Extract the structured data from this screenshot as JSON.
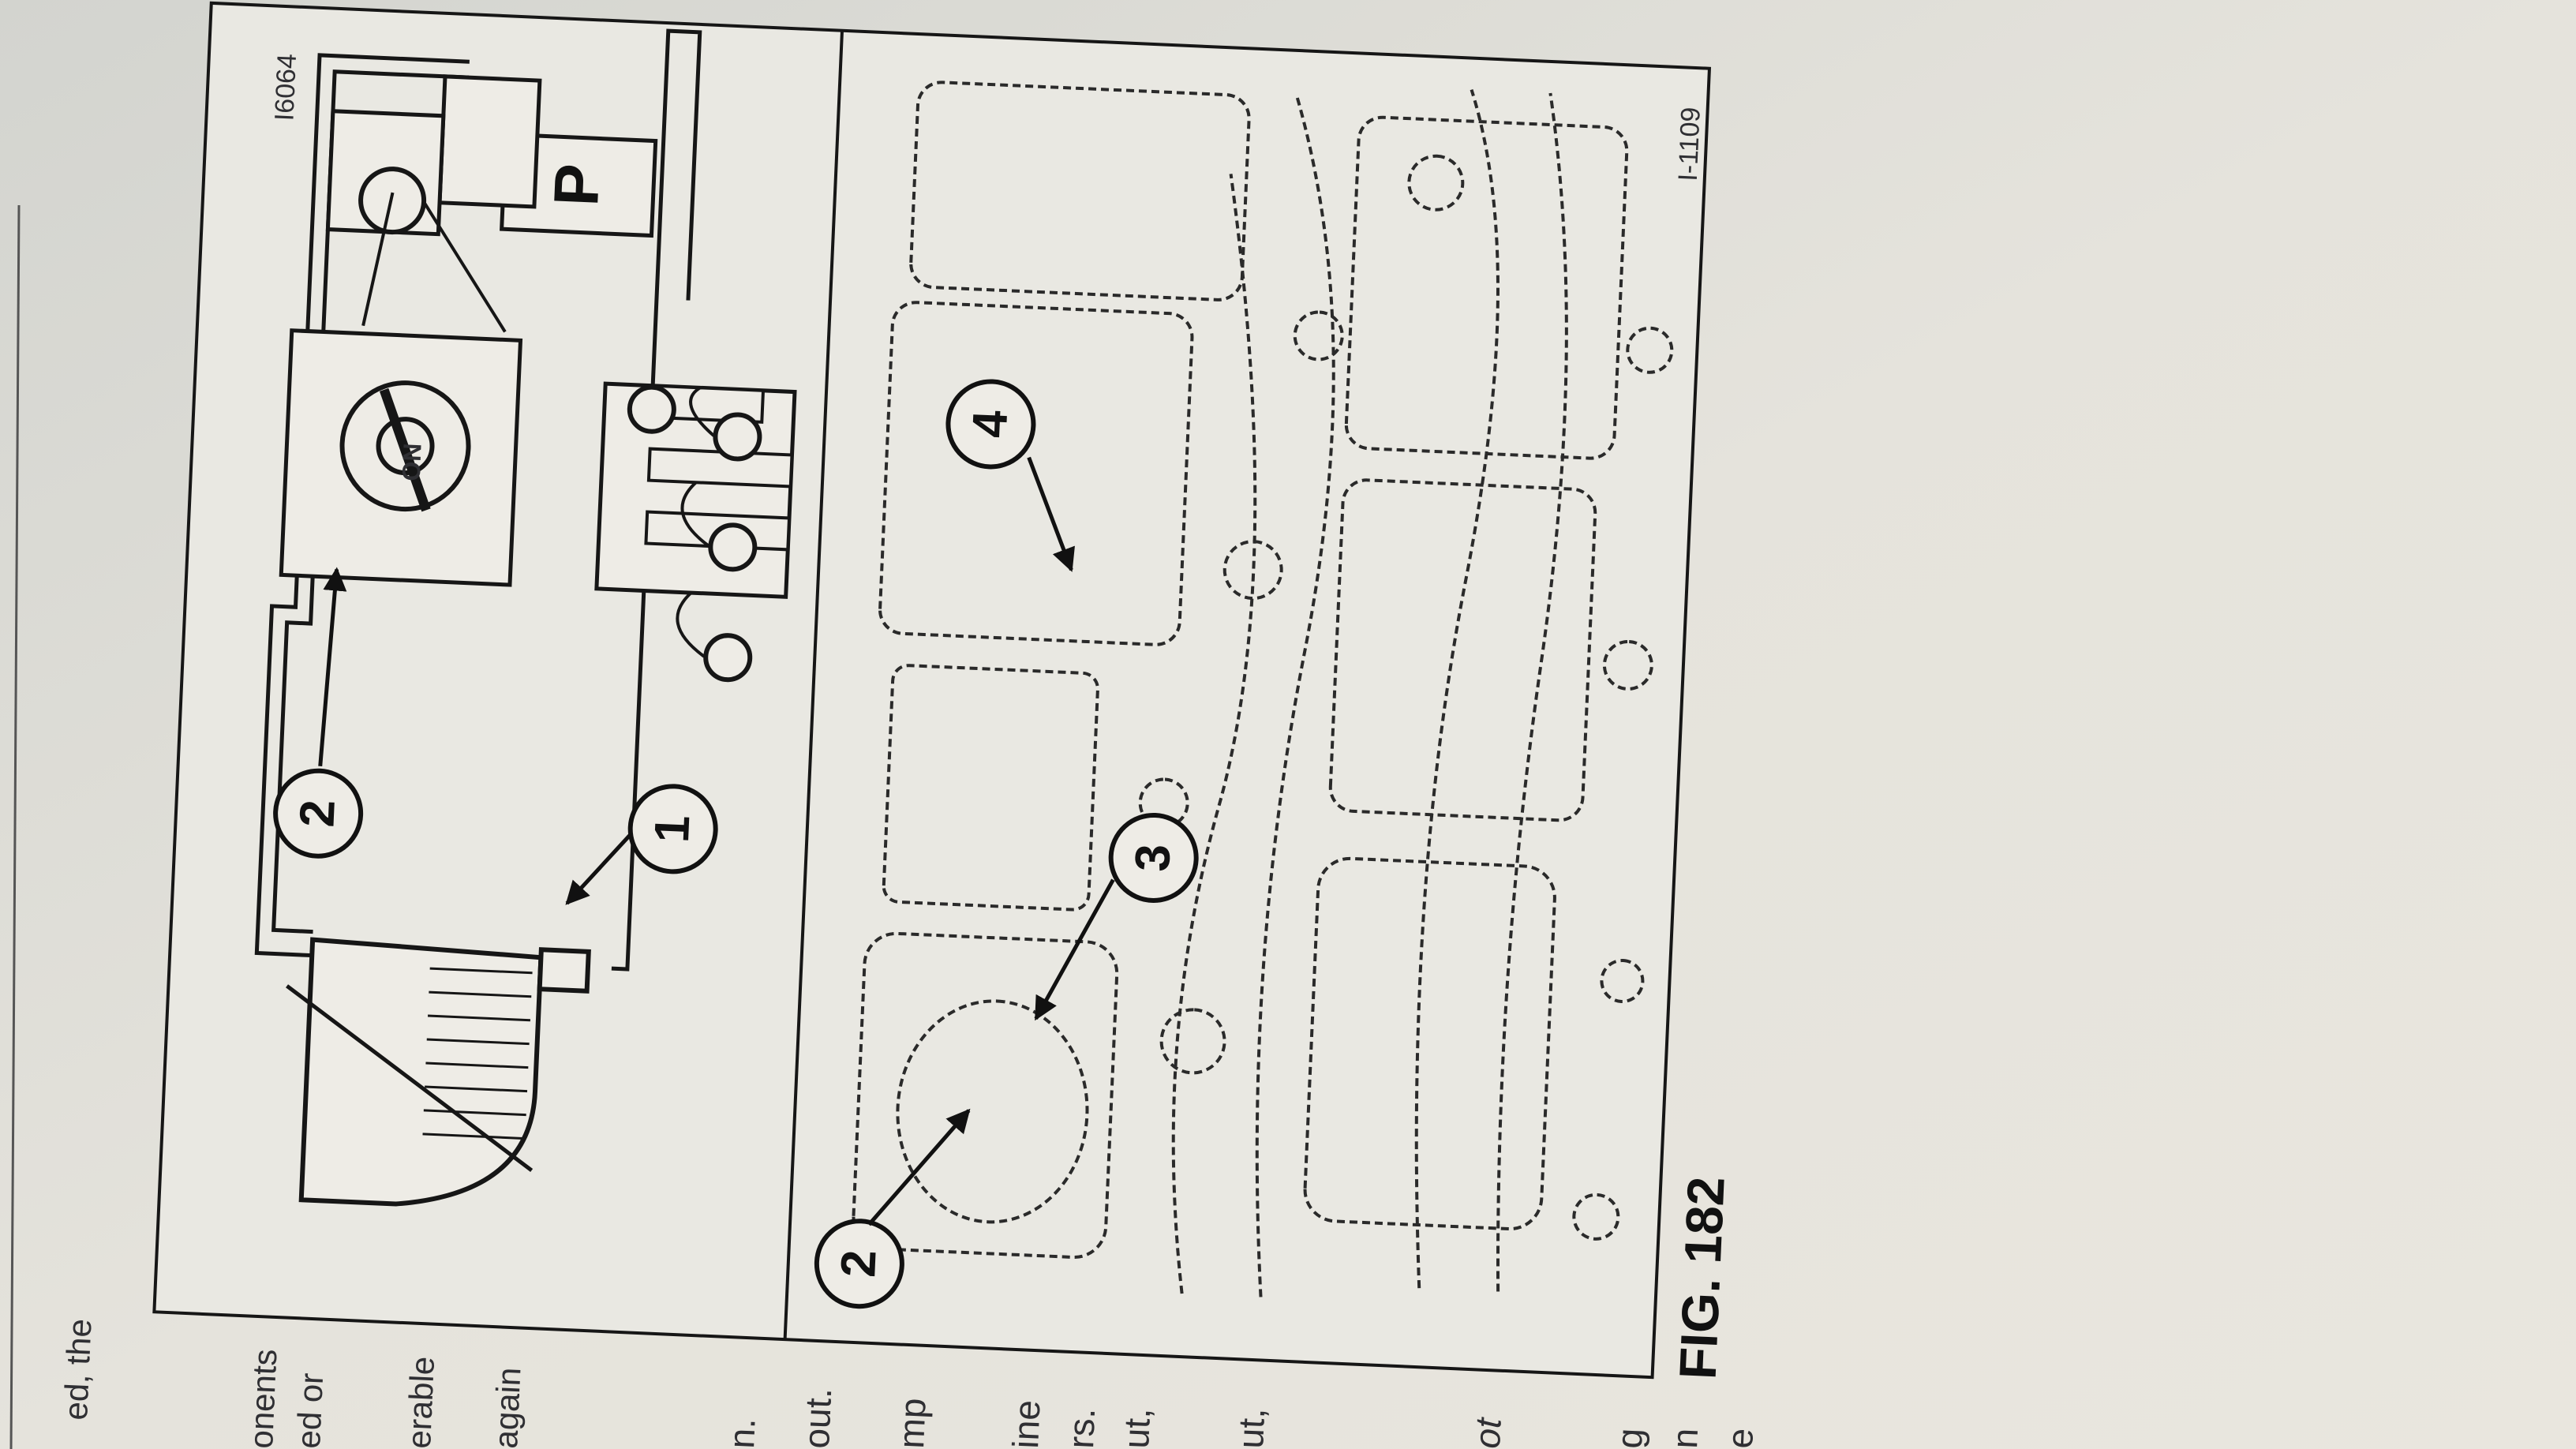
{
  "figure": {
    "caption": "FIG. 182",
    "top_panel_id": "I6064",
    "bottom_panel_id": "I-1109",
    "switch_label": "ON",
    "pump_label": "P",
    "callouts_top": [
      "1",
      "2"
    ],
    "callouts_bottom": [
      "2",
      "3",
      "4"
    ]
  },
  "margin_text_lines": [
    "ed, the",
    "onents",
    "ed or",
    "erable",
    "again",
    "n.",
    "out.",
    "mp",
    "ine",
    "rs.",
    "ut,",
    "ut,",
    "ot",
    "g",
    "n",
    "e"
  ],
  "colors": {
    "paper": "#e3e1da",
    "panel": "#e9e8e2",
    "ink": "#161616",
    "text": "#2f2f33"
  }
}
